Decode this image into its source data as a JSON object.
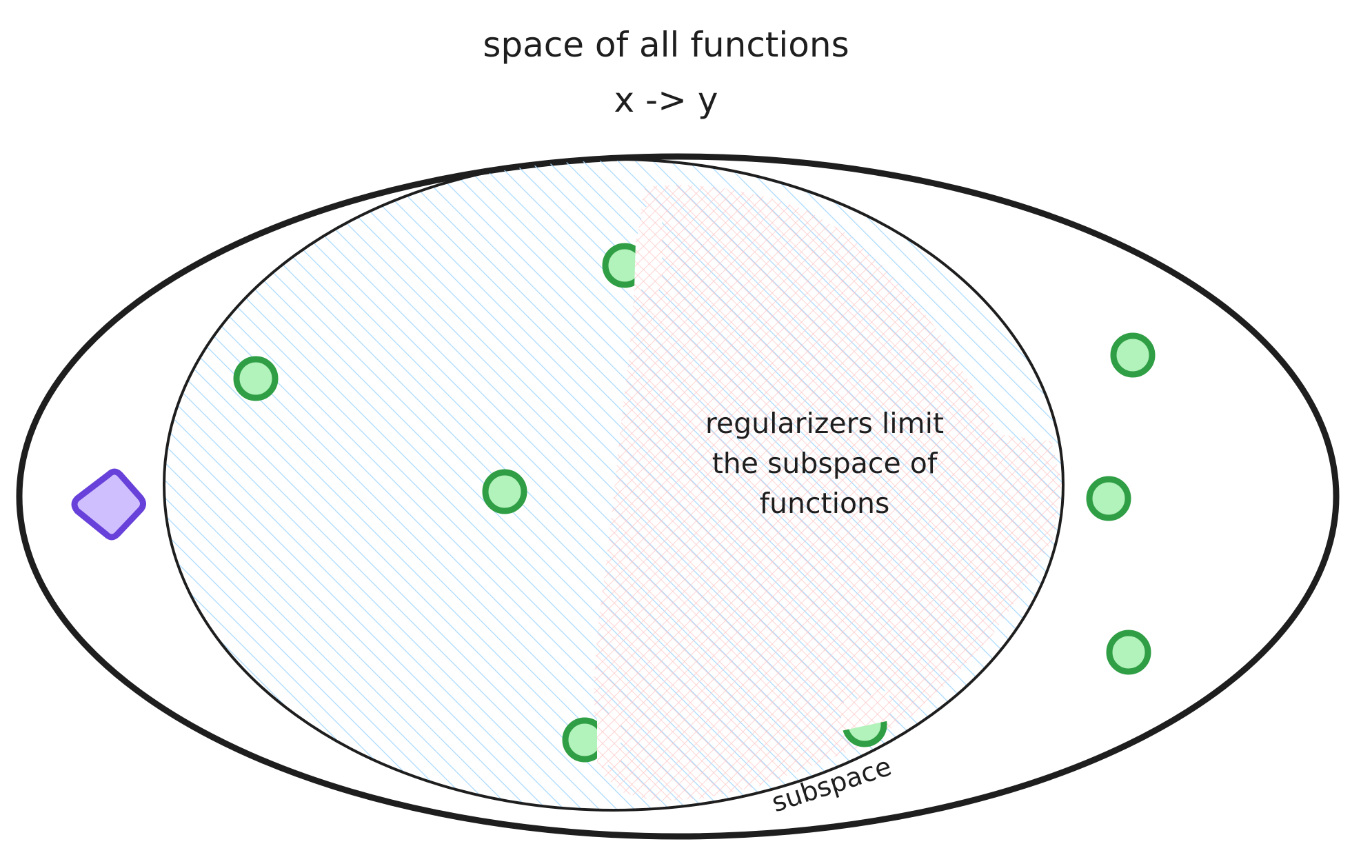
{
  "title": {
    "line1": "space of all functions",
    "line2": "x -> y"
  },
  "annotation": {
    "line1": "regularizers limit",
    "line2": "the subspace of",
    "line3": "functions"
  },
  "subspace_label": "subspace",
  "colors": {
    "stroke": "#1e1e1e",
    "hatch_blue": "#a5d8ff",
    "hatch_red": "#ffc9c9",
    "point_fill": "#b2f2bb",
    "point_stroke": "#2f9e44",
    "target_fill": "#d0bfff",
    "target_stroke": "#6741d9"
  },
  "legend_icons": {
    "function_point": "circle",
    "target_function": "diamond"
  }
}
